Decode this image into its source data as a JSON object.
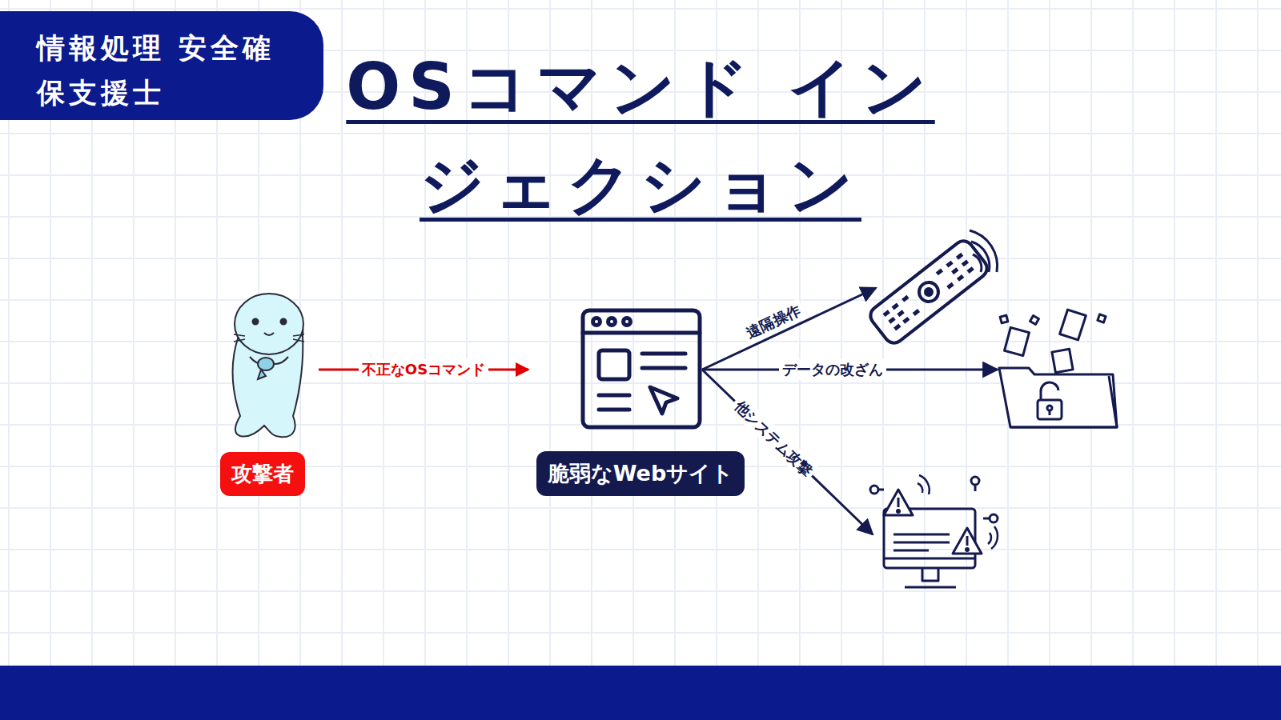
{
  "diagram": {
    "title": "OSコマンド インジェクション",
    "nodes": [
      {
        "text": [
          "情報処理 安全確保支援士"
        ]
      },
      {
        "text": [
          "攻撃者"
        ]
      },
      {
        "text": [
          "脆弱なWebサイト"
        ]
      }
    ],
    "edges": [
      {
        "from": 1,
        "to": 2,
        "label": "不正なOSコマンド",
        "arrow": "to"
      }
    ],
    "labels": [
      "遠隔操作",
      "データの改ざん",
      "他システム攻撃"
    ]
  }
}
